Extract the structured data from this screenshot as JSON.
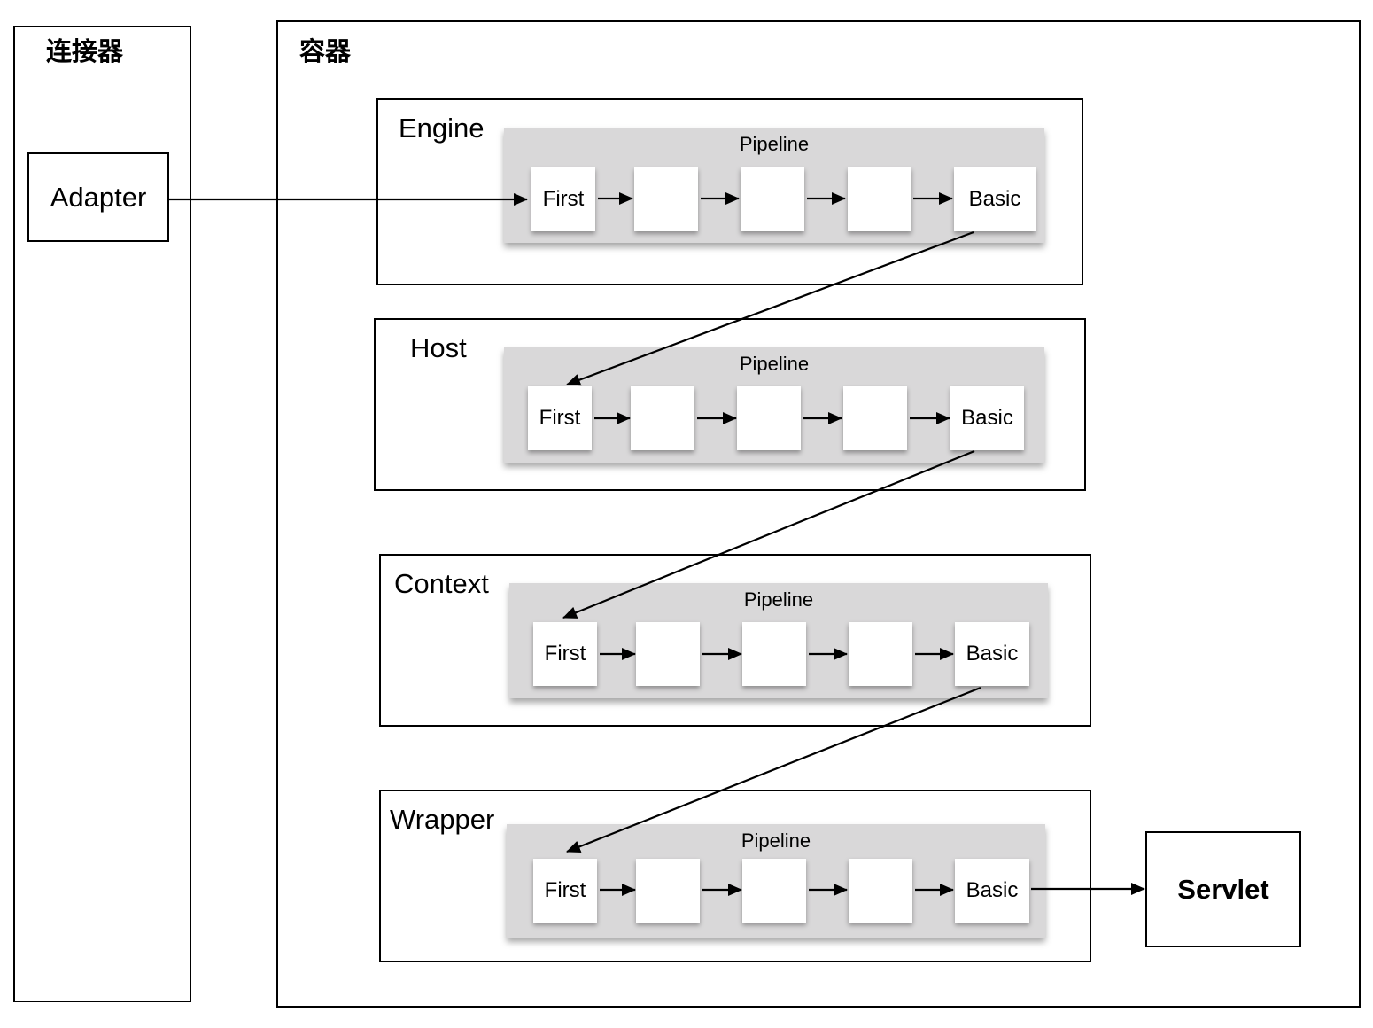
{
  "connector": {
    "title": "连接器",
    "adapter_label": "Adapter"
  },
  "container": {
    "title": "容器"
  },
  "containers": [
    {
      "name": "Engine",
      "pipeline_label": "Pipeline",
      "first_label": "First",
      "basic_label": "Basic"
    },
    {
      "name": "Host",
      "pipeline_label": "Pipeline",
      "first_label": "First",
      "basic_label": "Basic"
    },
    {
      "name": "Context",
      "pipeline_label": "Pipeline",
      "first_label": "First",
      "basic_label": "Basic"
    },
    {
      "name": "Wrapper",
      "pipeline_label": "Pipeline",
      "first_label": "First",
      "basic_label": "Basic"
    }
  ],
  "servlet_label": "Servlet",
  "colors": {
    "pipeline_bg": "#d9d8d9",
    "valve_bg": "#ffffff",
    "stroke": "#000000"
  }
}
